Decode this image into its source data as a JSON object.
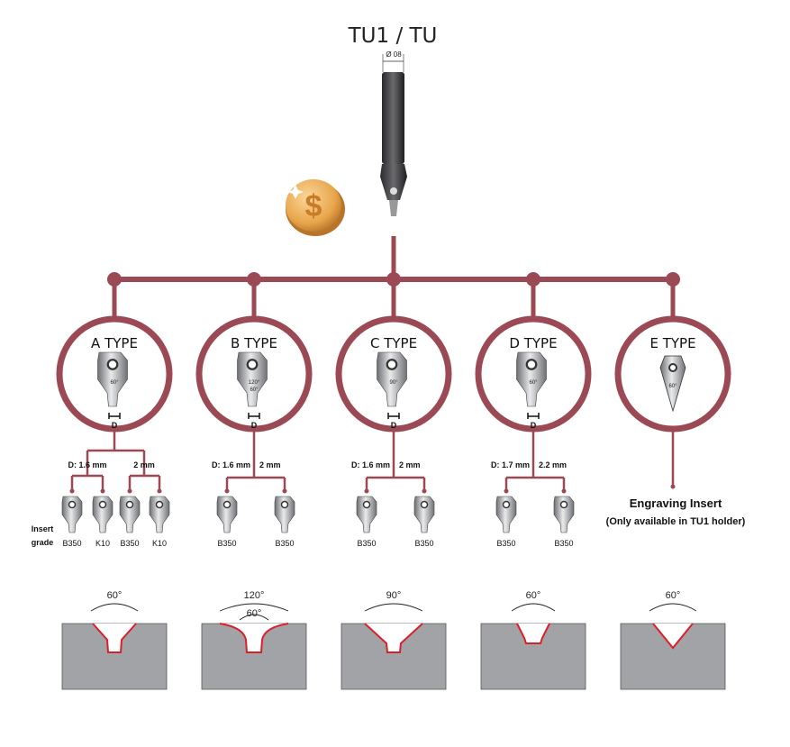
{
  "header": {
    "title": "TU1 / TU",
    "shank_diameter": "Ø 08"
  },
  "colors": {
    "accent": "#9b4a55",
    "block": "#a2a3a6",
    "groove": "#d9202a",
    "coin": "#e8a54a"
  },
  "icons": {
    "coin": "dollar-coin-icon"
  },
  "insert_grade_label": [
    "Insert",
    "grade"
  ],
  "types": [
    {
      "label": "A TYPE",
      "tip_angle": "60°",
      "d_label": "D",
      "sizes": [
        {
          "label": "D: 1.6 mm",
          "grades": [
            "B350",
            "K10"
          ]
        },
        {
          "label": "2 mm",
          "grades": [
            "B350",
            "K10"
          ]
        }
      ],
      "groove_angles": [
        "60°"
      ]
    },
    {
      "label": "B TYPE",
      "tip_angle": "120°",
      "tip_angle2": "60°",
      "d_label": "D",
      "sizes": [
        {
          "label": "D: 1.6 mm",
          "grades": [
            "B350"
          ]
        },
        {
          "label": "2 mm",
          "grades": [
            "B350"
          ]
        }
      ],
      "groove_angles": [
        "120°",
        "60°"
      ]
    },
    {
      "label": "C TYPE",
      "tip_angle": "90°",
      "d_label": "D",
      "sizes": [
        {
          "label": "D: 1.6 mm",
          "grades": [
            "B350"
          ]
        },
        {
          "label": "2 mm",
          "grades": [
            "B350"
          ]
        }
      ],
      "groove_angles": [
        "90°"
      ]
    },
    {
      "label": "D TYPE",
      "tip_angle": "60°",
      "d_label": "D",
      "sizes": [
        {
          "label": "D: 1.7 mm",
          "grades": [
            "B350"
          ]
        },
        {
          "label": "2.2 mm",
          "grades": [
            "B350"
          ]
        }
      ],
      "groove_angles": [
        "60°"
      ]
    },
    {
      "label": "E TYPE",
      "tip_angle": "60°",
      "engraving": {
        "title": "Engraving Insert",
        "note": "(Only available in TU1 holder)"
      },
      "groove_angles": [
        "60°"
      ]
    }
  ]
}
